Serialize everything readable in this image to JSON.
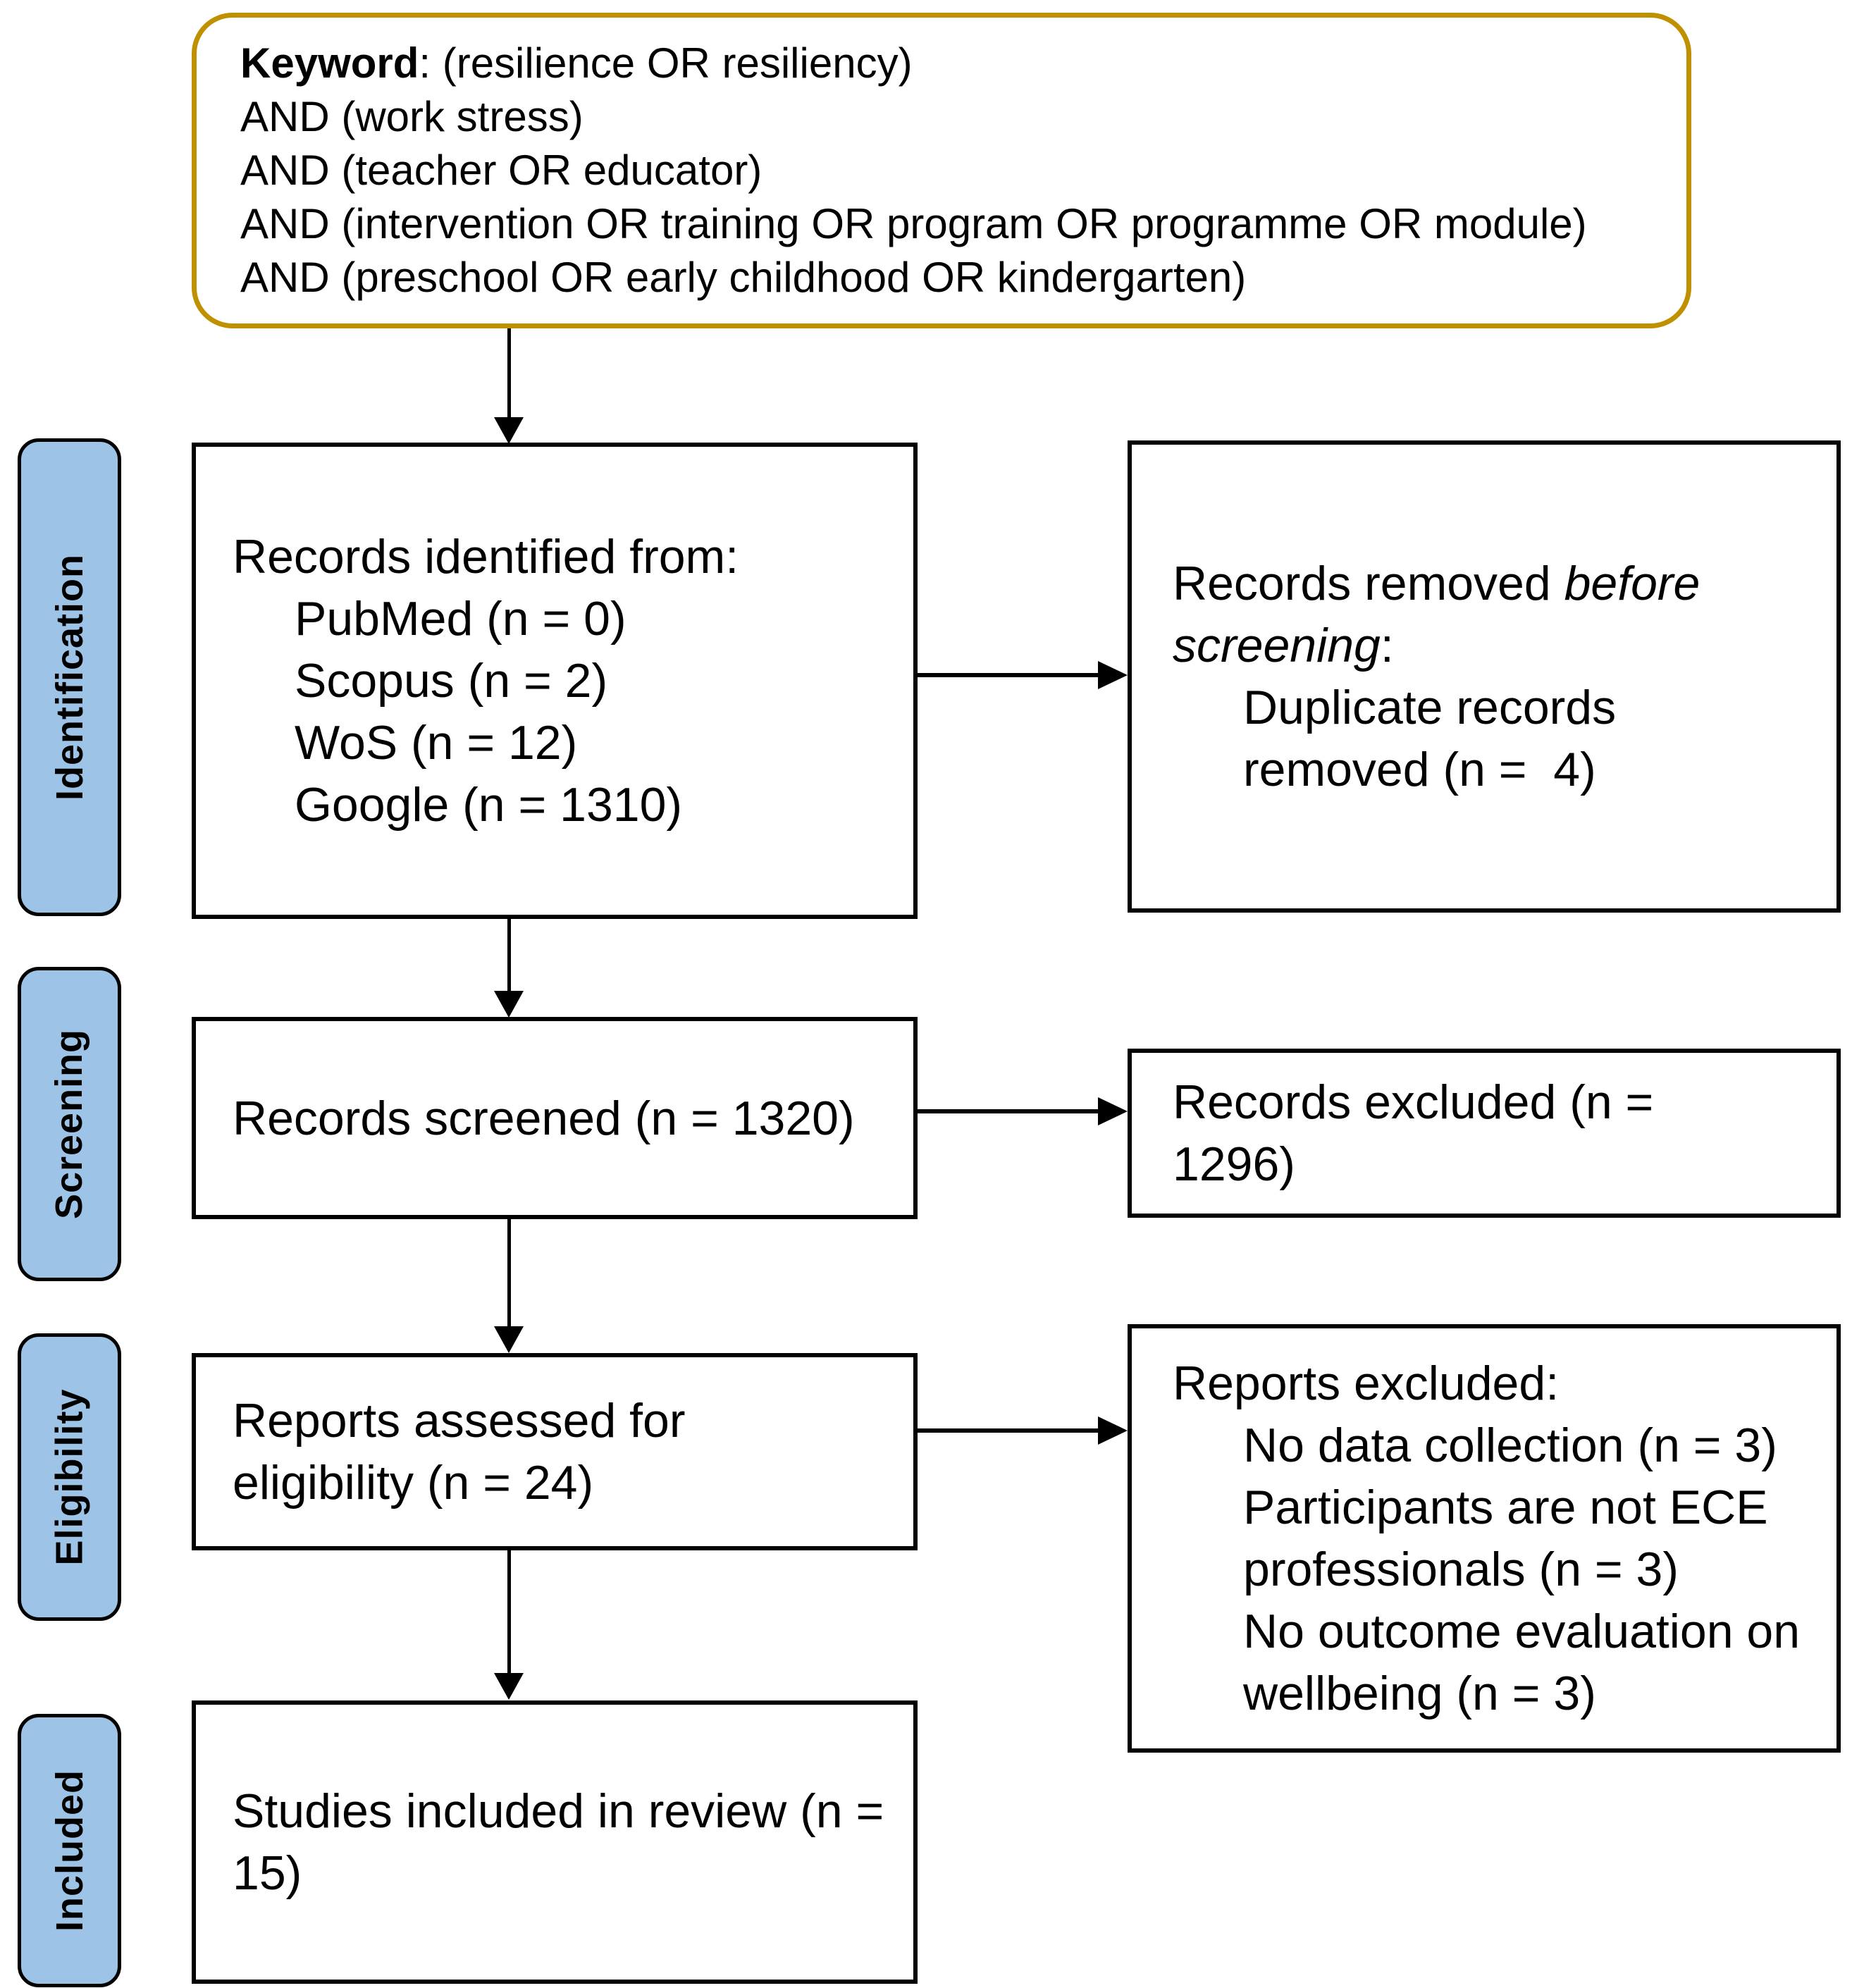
{
  "search_box": {
    "lines": [
      {
        "bold": "Keyword",
        "text": ": (resilience OR resiliency)"
      },
      {
        "bold": "",
        "text": "AND (work stress)"
      },
      {
        "bold": "",
        "text": "AND (teacher OR educator)"
      },
      {
        "bold": "",
        "text": "AND (intervention OR training OR program OR programme OR module)"
      },
      {
        "bold": "",
        "text": "AND (preschool OR early childhood OR kindergarten)"
      }
    ]
  },
  "stages": {
    "identification": "Identification",
    "screening": "Screening",
    "eligibility": "Eligibility",
    "included": "Included"
  },
  "boxes": {
    "identified": {
      "heading": "Records identified from:",
      "items": [
        "PubMed (n = 0)",
        "Scopus (n = 2)",
        "WoS (n = 12)",
        "Google (n = 1310)"
      ]
    },
    "removed_before_screening": {
      "heading_prefix": "Records removed ",
      "heading_italic": "before screening",
      "heading_suffix": ":",
      "items": [
        "Duplicate records removed (n =  4)"
      ]
    },
    "screened": {
      "text": "Records screened (n = 1320)"
    },
    "records_excluded": {
      "text": "Records excluded (n = 1296)"
    },
    "assessed": {
      "text": "Reports assessed for eligibility (n = 24)"
    },
    "reports_excluded": {
      "heading": "Reports excluded:",
      "items": [
        "No data collection (n = 3)",
        "Participants are not ECE professionals (n = 3)",
        "No outcome evaluation on wellbeing (n = 3)"
      ]
    },
    "included_studies": {
      "text": "Studies included in review (n = 15)"
    }
  },
  "colors": {
    "stage_fill": "#9DC3E6",
    "search_border": "#BF9000",
    "box_border": "#000000",
    "background": "#FFFFFF"
  }
}
